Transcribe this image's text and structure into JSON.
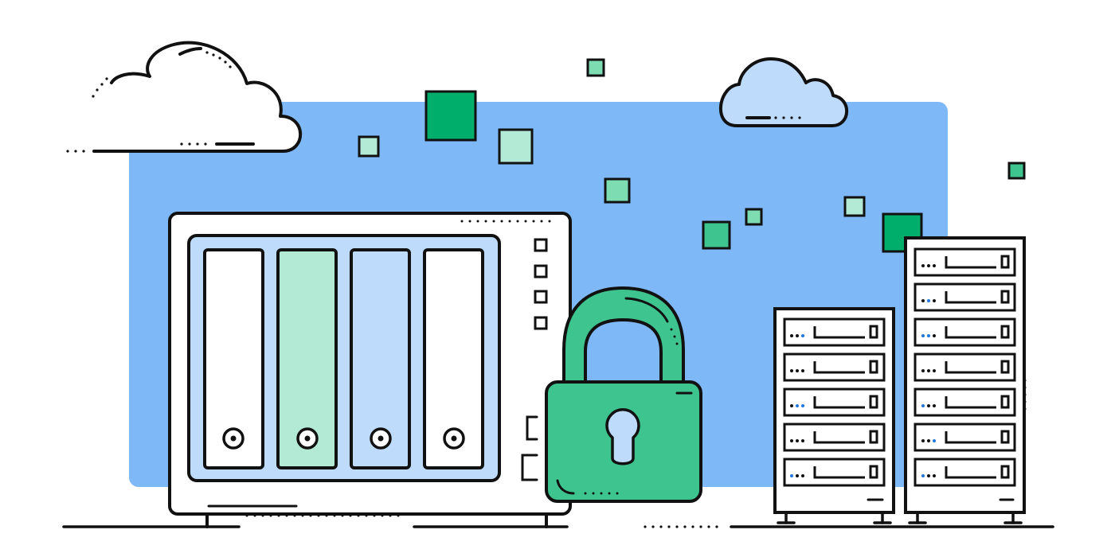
{
  "illustration": {
    "subjects": [
      "cloud",
      "storage-device",
      "padlock",
      "server-rack",
      "data-block"
    ]
  },
  "colors": {
    "backdrop_blue": "#7FB8F6",
    "light_blue": "#BFDBFB",
    "outline": "#111111",
    "white": "#FFFFFF",
    "green_dark": "#00AE6B",
    "green_mid": "#3EC48E",
    "green_light": "#7DDCB2",
    "green_pale": "#B3EAD5",
    "indicator_blue": "#1E78E0"
  },
  "storage_device": {
    "drive_bays": 4
  },
  "server_racks": {
    "left_units": 5,
    "right_units": 7
  }
}
